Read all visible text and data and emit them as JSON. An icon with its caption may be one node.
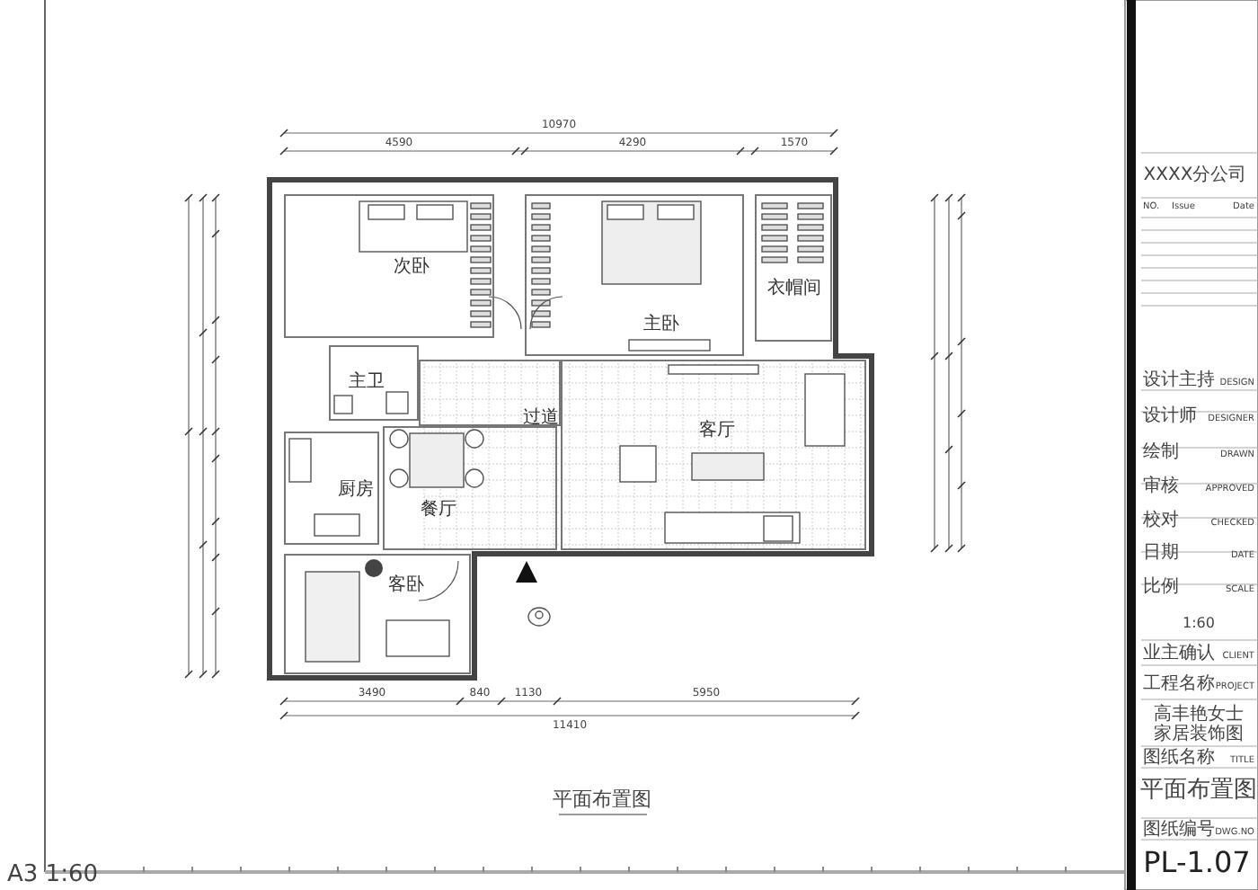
{
  "diagram": {
    "nodes": [
      {
        "text": [
          "次卧"
        ]
      },
      {
        "text": [
          "主卧"
        ]
      },
      {
        "text": [
          "衣帽间"
        ]
      },
      {
        "text": [
          "主卫"
        ]
      },
      {
        "text": [
          "过道"
        ]
      },
      {
        "text": [
          "客厅"
        ]
      },
      {
        "text": [
          "餐厅"
        ]
      },
      {
        "text": [
          "厨房"
        ]
      },
      {
        "text": [
          "客卧"
        ]
      }
    ],
    "labels": [
      "10970",
      "4590",
      "4290",
      "1570",
      "3490",
      "840",
      "1130",
      "5950",
      "11410",
      "XXXX分公司",
      "NO.",
      "Issue",
      "Date",
      "设计主持",
      "DESIGN",
      "设计师",
      "DESIGNER",
      "绘制",
      "DRAWN",
      "审核",
      "APPROVED",
      "校对",
      "CHECKED",
      "日期",
      "DATE",
      "比例",
      "SCALE",
      "1:60",
      "业主确认",
      "CLIENT",
      "工程名称",
      "PROJECT",
      "高丰艳女士家居装饰图",
      "图纸名称",
      "TITLE",
      "平面布置图",
      "图纸编号",
      "DWG.NO",
      "PL-1.07",
      "平面布置图",
      "A3 1:60"
    ]
  }
}
